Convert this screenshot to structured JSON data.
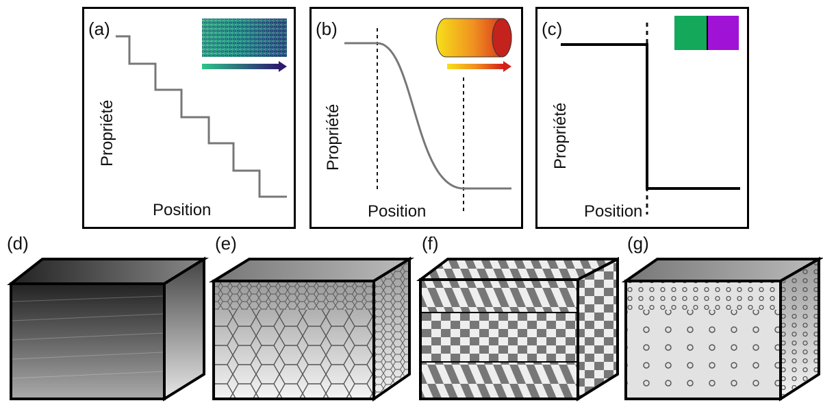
{
  "panels": [
    {
      "label": "(a)",
      "xlabel": "Position",
      "ylabel": "Propriété"
    },
    {
      "label": "(b)",
      "xlabel": "Position",
      "ylabel": "Propriété"
    },
    {
      "label": "(c)",
      "xlabel": "Position",
      "ylabel": "Propriété"
    }
  ],
  "cubes": [
    {
      "label": "(d)"
    },
    {
      "label": "(e)"
    },
    {
      "label": "(f)"
    },
    {
      "label": "(g)"
    }
  ],
  "colors": {
    "green": "#13a85a",
    "purple": "#a012d6",
    "teal": "#2ec48a",
    "navy": "#2d1b6e",
    "yellow": "#f7e01a",
    "red": "#d4201a"
  }
}
